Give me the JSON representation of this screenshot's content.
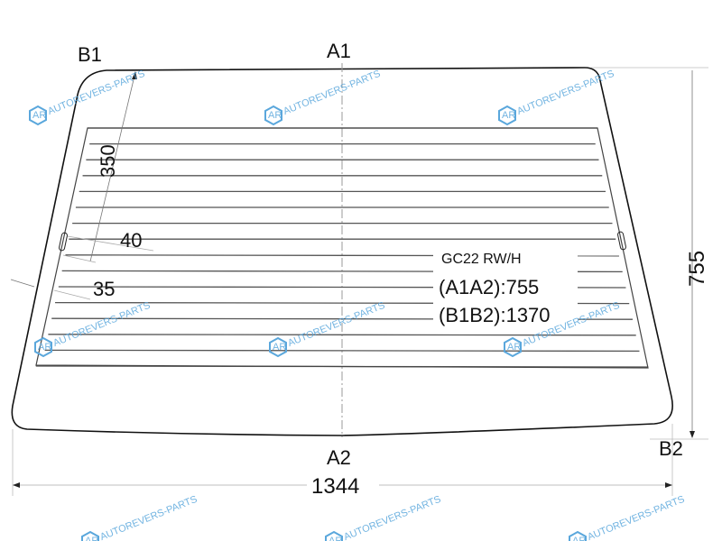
{
  "diagram": {
    "corner_labels": {
      "b1": "B1",
      "a1": "A1",
      "a2": "A2",
      "b2": "B2"
    },
    "dimensions": {
      "width": "1344",
      "height": "755",
      "heater_offset": "350",
      "gap_40": "40",
      "edge_35": "35"
    },
    "info": {
      "model": "GC22 RW/H",
      "a1a2": "(A1A2):755",
      "b1b2": "(B1B2):1370"
    },
    "watermark": "AUTOREVERS-PARTS",
    "colors": {
      "line": "#111111",
      "watermark": "#5aa7dc"
    }
  }
}
